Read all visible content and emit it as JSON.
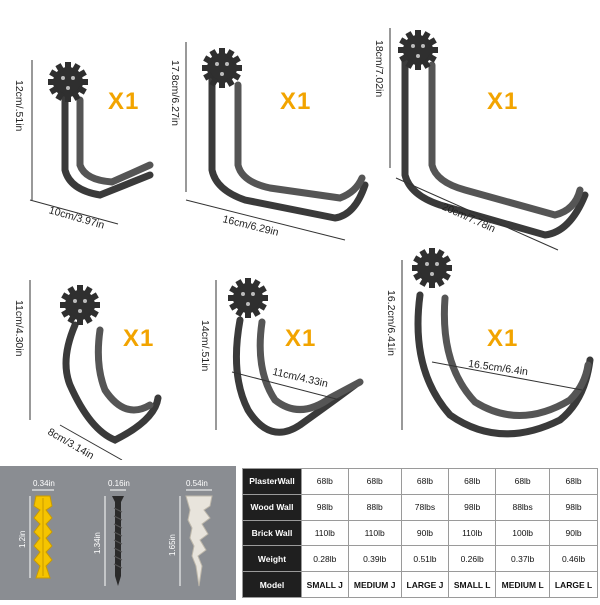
{
  "hooks": [
    {
      "qty": "X1",
      "height": "12cm/.51in",
      "width": "10cm/3.97in"
    },
    {
      "qty": "X1",
      "height": "17.8cm/6.27in",
      "width": "16cm/6.29in"
    },
    {
      "qty": "X1",
      "height": "18cm/7.02in",
      "width": "20cm/7.78in"
    },
    {
      "qty": "X1",
      "height": "11cm/4.30in",
      "width": "8cm/3.14in"
    },
    {
      "qty": "X1",
      "height": "14cm/.51in",
      "width": "11cm/4.33in"
    },
    {
      "qty": "X1",
      "height": "16.2cm/6.41in",
      "width": "16.5cm/6.4in"
    }
  ],
  "anchors": {
    "widths": [
      "0.34in",
      "0.16in",
      "0.54in"
    ],
    "lengths": [
      "1.2in",
      "1.34in",
      "1.65in"
    ]
  },
  "table": {
    "rows": [
      {
        "label": "PlasterWall",
        "cells": [
          "68lb",
          "68lb",
          "68lb",
          "68lb",
          "68lb",
          "68lb"
        ]
      },
      {
        "label": "Wood Wall",
        "cells": [
          "98lb",
          "88lb",
          "78lbs",
          "98lb",
          "88lbs",
          "98lb"
        ]
      },
      {
        "label": "Brick Wall",
        "cells": [
          "110lb",
          "110lb",
          "90lb",
          "110lb",
          "100lb",
          "90lb"
        ]
      },
      {
        "label": "Weight",
        "cells": [
          "0.28lb",
          "0.39lb",
          "0.51lb",
          "0.26lb",
          "0.37lb",
          "0.46lb"
        ]
      },
      {
        "label": "Model",
        "cells": [
          "SMALL J",
          "MEDIUM J",
          "LARGE J",
          "SMALL L",
          "MEDIUM L",
          "LARGE L"
        ]
      }
    ]
  },
  "colors": {
    "accent": "#f2a400",
    "hook": "#3a3a3a",
    "header": "#1f1f1f",
    "anchor_bg": "#8a8d92"
  }
}
